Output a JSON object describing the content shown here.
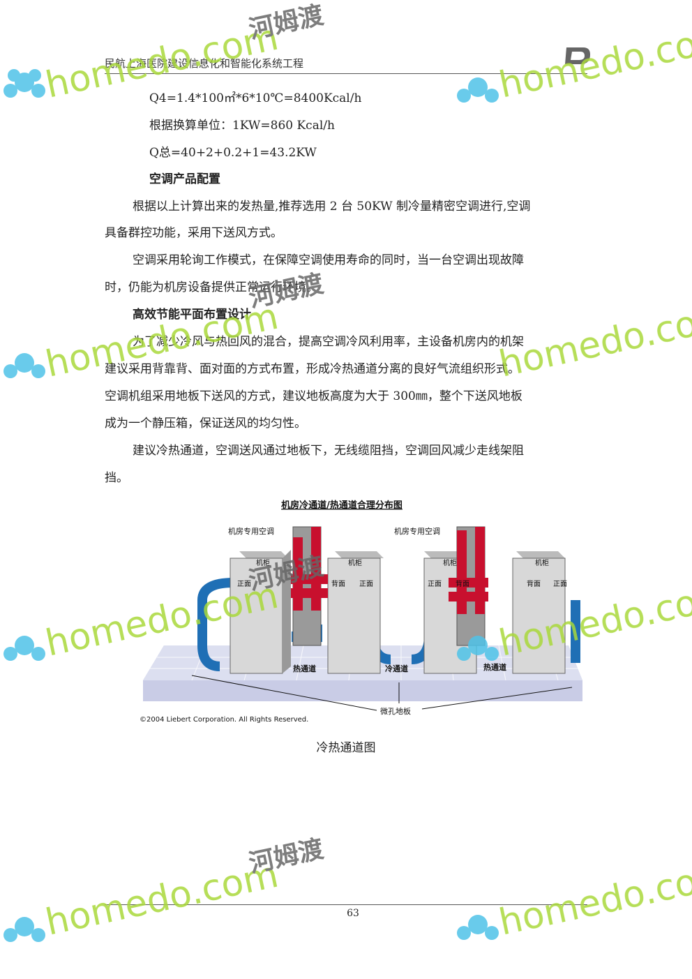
{
  "header": {
    "title": "民航上海医院建设信息化和智能化系统工程"
  },
  "body": {
    "formula_q4": "Q4=1.4*100㎡*6*10℃=8400Kcal/h",
    "unit_conversion": "根据换算单位：1KW=860 Kcal/h",
    "formula_total": "Q总=40+2+0.2+1=43.2KW",
    "heading_ac": "空调产品配置",
    "para1_line1": "根据以上计算出来的发热量,推荐选用 2 台 50KW 制冷量精密空调进行,空调",
    "para1_line2": "具备群控功能，采用下送风方式。",
    "para2_line1": "空调采用轮询工作模式，在保障空调使用寿命的同时，当一台空调出现故障",
    "para2_line2": "时，仍能为机房设备提供正常运行环境。",
    "heading_layout": "高效节能平面布置设计",
    "para3_line1": "为了减少冷风与热回风的混合，提高空调冷风利用率，主设备机房内的机架",
    "para3_line2": "建议采用背靠背、面对面的方式布置，形成冷热通道分离的良好气流组织形式。",
    "para3_line3": "空调机组采用地板下送风的方式，建议地板高度为大于 300㎜，整个下送风地板",
    "para3_line4": "成为一个静压箱，保证送风的均匀性。",
    "para4_line1": "建议冷热通道，空调送风通过地板下，无线缆阻挡，空调回风减少走线架阻",
    "para4_line2": "挡。"
  },
  "diagram": {
    "title": "机房冷通道/热通道合理分布图",
    "ac_label_left": "机房专用空调",
    "ac_label_right": "机房专用空调",
    "cabinet_label": "机柜",
    "front_label": "正面",
    "back_label": "背面",
    "hot_aisle": "热通道",
    "cold_aisle": "冷通道",
    "floor_label": "微孔地板",
    "copyright": "©2004 Liebert Corporation. All Rights Reserved.",
    "colors": {
      "hot": "#c8102e",
      "cold": "#1f6fb5",
      "cabinet": "#d8d8d8",
      "floor": "#c9cce6"
    }
  },
  "caption": "冷热通道图",
  "footer": {
    "page_number": "63"
  },
  "watermark": {
    "text": "homedo.com",
    "cn": "河姆渡"
  }
}
